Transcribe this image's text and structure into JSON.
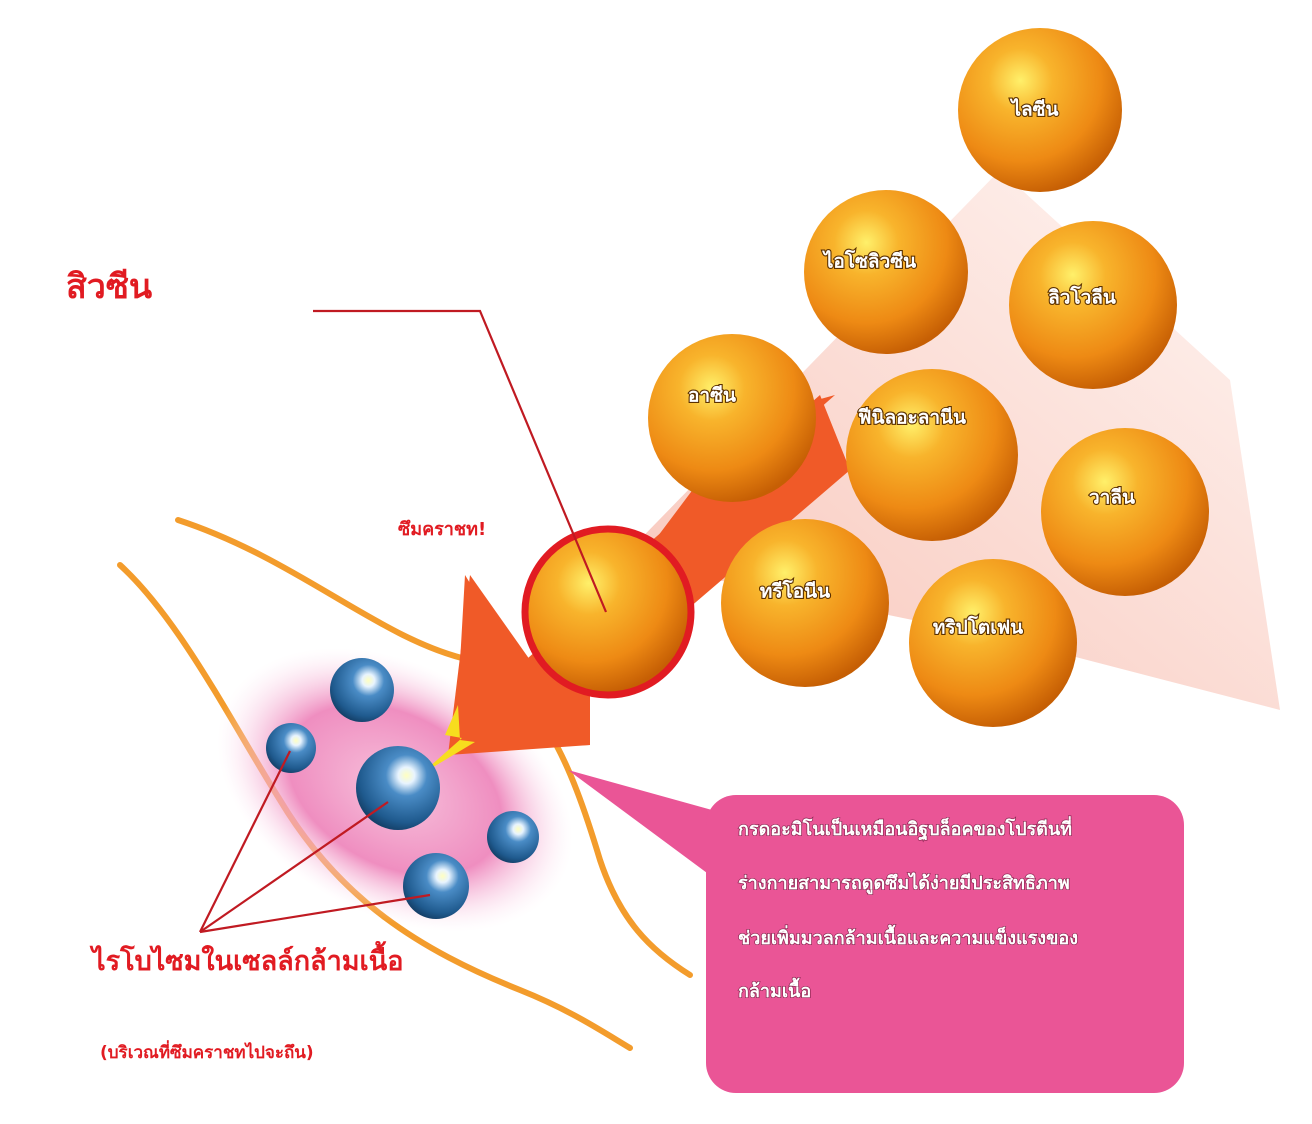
{
  "labels": {
    "acne_label": "สิวซีน",
    "absorbed_label": "ซึมคราชท!",
    "mito_label": "ไรโบไซมในเซลล์กล้ามเนื้อ",
    "mito_sub": "(บริเวณที่ซึมคราชทไปจะถึน)"
  },
  "amino_balls": [
    "ไลซีน",
    "ไอโซลิวซีน",
    "ลิวโวลีน",
    "อาซีน",
    "ฟีนิลอะลานีน",
    "วาลีน",
    "ทรีโอนีน",
    "ทริปโตเฟน"
  ],
  "info_box": {
    "lines": [
      "กรดอะมิโนเป็นเหมือนอิฐบล็อคของโปรตีนที่",
      "ร่างกายสามารถดูดซึมได้ง่ายมีประสิทธิภาพ",
      "ช่วยเพิ่มมวลกล้ามเนื้อและความแข็งแรงของ",
      "กล้ามเนื้อ"
    ]
  },
  "colors": {
    "accent_red": "#e11b22",
    "ball_orange": "#f0951e",
    "arrow_orange": "#f05a28",
    "box_pink": "#ea5596",
    "cell_outline": "#f39c2c",
    "sphere_blue": "#2e6fa6"
  }
}
